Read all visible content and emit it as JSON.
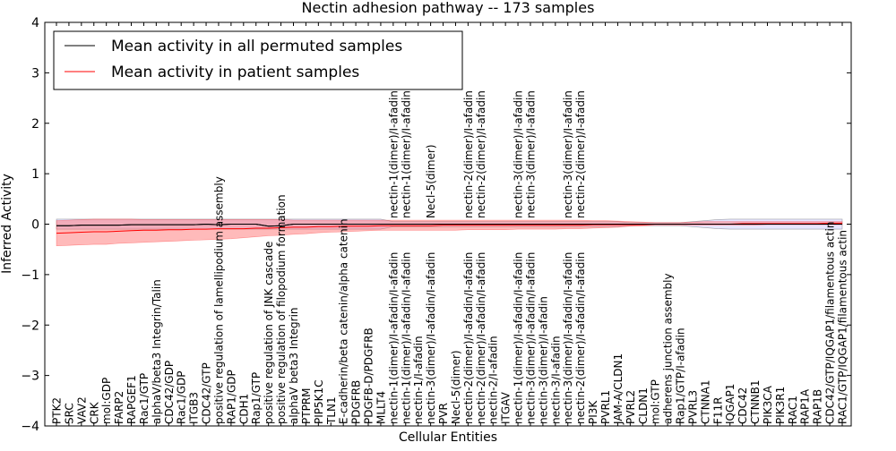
{
  "chart_data": {
    "type": "line",
    "title": "Nectin adhesion pathway -- 173 samples",
    "xlabel": "Cellular Entities",
    "ylabel": "Inferred Activity",
    "ylim": [
      -4,
      4
    ],
    "yticks": [
      4,
      3,
      2,
      1,
      0,
      -1,
      -2,
      -3,
      -4
    ],
    "ytick_labels": [
      "4",
      "3",
      "2",
      "1",
      "0",
      "−1",
      "−2",
      "−3",
      "−4"
    ],
    "grid": false,
    "legend_position": "top-left",
    "categories": [
      "PTK2",
      "SRC",
      "VAV2",
      "CRK",
      "mol:GDP",
      "FARP2",
      "RAPGEF1",
      "Rac1/GTP",
      "alphaV/beta3 Integrin/Talin",
      "CDC42/GDP",
      "Rac1/GDP",
      "ITGB3",
      "CDC42/GTP",
      "positive regulation of lamellipodium assembly",
      "RAP1/GDP",
      "CDH1",
      "Rap1/GTP",
      "positive regulation of JNK cascade",
      "positive regulation of filopodium formation",
      "alphaV beta3 Integrin",
      "PTPRM",
      "PIP5K1C",
      "TLN1",
      "E-cadherin/beta catenin/alpha catenin",
      "PDGFRB",
      "PDGFB-D/PDGFRB",
      "MLLT4",
      "nectin-1(dimer)/I-afadin/I-afadin",
      "nectin-1(dimer)/I-afadin/I-afadin",
      "nectin-1/I-afadin",
      "nectin-3(dimer)/I-afadin/I-afadin",
      "PVR",
      "Necl-5(dimer)",
      "nectin-2(dimer)/I-afadin/I-afadin",
      "nectin-2(dimer)/I-afadin/I-afadin",
      "nectin-2/I-afadin",
      "ITGAV",
      "nectin-1(dimer)/I-afadin/I-afadin",
      "nectin-3(dimer)/I-afadin/I-afadin",
      "nectin-3(dimer)/I-afadin",
      "nectin-3/I-afadin",
      "nectin-3(dimer)/I-afadin/I-afadin",
      "nectin-2(dimer)/I-afadin/I-afadin",
      "PI3K",
      "PVRL1",
      "JAM-A/CLDN1",
      "PVRL2",
      "CLDN1",
      "mol:GTP",
      "adherens junction assembly",
      "Rap1/GTP/I-afadin",
      "PVRL3",
      "CTNNA1",
      "F11R",
      "IQGAP1",
      "CDC42",
      "CTNNB1",
      "PIK3CA",
      "PIK3R1",
      "RAC1",
      "RAP1A",
      "RAP1B",
      "CDC42/GTP/IQGAP1/filamentous actin",
      "RAC1/GTP/IQGAP1/filamentous actin"
    ],
    "top_labels": [
      {
        "index": 27,
        "text": "nectin-1(dimer)/I-afadin"
      },
      {
        "index": 28,
        "text": "nectin-1(dimer)/I-afadin"
      },
      {
        "index": 30,
        "text": "Necl-5(dimer)"
      },
      {
        "index": 33,
        "text": "nectin-2(dimer)/I-afadin"
      },
      {
        "index": 34,
        "text": "nectin-2(dimer)/I-afadin"
      },
      {
        "index": 37,
        "text": "nectin-3(dimer)/I-afadin"
      },
      {
        "index": 38,
        "text": "nectin-3(dimer)/I-afadin"
      },
      {
        "index": 41,
        "text": "nectin-3(dimer)/I-afadin"
      },
      {
        "index": 42,
        "text": "nectin-2(dimer)/I-afadin"
      }
    ],
    "series": [
      {
        "name": "Mean activity in all permuted samples",
        "color": "#000000",
        "values": [
          -0.03,
          -0.03,
          -0.02,
          -0.02,
          -0.02,
          -0.02,
          -0.01,
          -0.01,
          -0.01,
          -0.01,
          -0.01,
          -0.01,
          0.0,
          -0.01,
          0.0,
          0.0,
          0.0,
          -0.04,
          -0.03,
          0.0,
          0.0,
          0.0,
          0.0,
          0.0,
          0.0,
          0.0,
          0.0,
          0.0,
          0.0,
          0.0,
          0.0,
          0.0,
          0.0,
          0.0,
          0.0,
          0.0,
          0.0,
          0.0,
          0.0,
          0.0,
          0.0,
          0.0,
          0.0,
          0.0,
          0.0,
          0.0,
          0.0,
          0.0,
          0.0,
          0.0,
          0.0,
          0.0,
          0.0,
          0.0,
          0.0,
          0.0,
          0.0,
          0.0,
          0.0,
          0.0,
          0.0,
          0.0,
          0.0,
          0.0
        ],
        "band_lower": [
          -0.1,
          -0.1,
          -0.1,
          -0.1,
          -0.1,
          -0.1,
          -0.1,
          -0.1,
          -0.1,
          -0.1,
          -0.1,
          -0.1,
          -0.1,
          -0.1,
          -0.1,
          -0.1,
          -0.1,
          -0.1,
          -0.1,
          -0.1,
          -0.1,
          -0.1,
          -0.1,
          -0.1,
          -0.1,
          -0.1,
          -0.1,
          -0.05,
          -0.05,
          -0.05,
          -0.05,
          -0.05,
          -0.05,
          -0.05,
          -0.05,
          -0.05,
          -0.05,
          -0.05,
          -0.05,
          -0.05,
          -0.05,
          -0.05,
          -0.05,
          -0.05,
          -0.05,
          -0.05,
          -0.03,
          -0.03,
          -0.03,
          -0.03,
          -0.03,
          -0.05,
          -0.07,
          -0.09,
          -0.1,
          -0.1,
          -0.1,
          -0.1,
          -0.1,
          -0.1,
          -0.1,
          -0.1,
          -0.1,
          -0.1
        ],
        "band_upper": [
          0.1,
          0.1,
          0.1,
          0.1,
          0.1,
          0.1,
          0.1,
          0.1,
          0.1,
          0.1,
          0.1,
          0.1,
          0.1,
          0.1,
          0.1,
          0.1,
          0.1,
          0.1,
          0.1,
          0.1,
          0.1,
          0.1,
          0.1,
          0.1,
          0.1,
          0.1,
          0.1,
          0.05,
          0.05,
          0.05,
          0.05,
          0.05,
          0.05,
          0.05,
          0.05,
          0.05,
          0.05,
          0.05,
          0.05,
          0.05,
          0.05,
          0.05,
          0.05,
          0.05,
          0.05,
          0.05,
          0.03,
          0.03,
          0.03,
          0.03,
          0.03,
          0.05,
          0.07,
          0.09,
          0.1,
          0.1,
          0.1,
          0.1,
          0.1,
          0.1,
          0.1,
          0.1,
          0.1,
          0.1
        ]
      },
      {
        "name": "Mean activity in patient samples",
        "color": "#ff0000",
        "values": [
          -0.18,
          -0.17,
          -0.16,
          -0.15,
          -0.15,
          -0.14,
          -0.13,
          -0.12,
          -0.12,
          -0.11,
          -0.11,
          -0.1,
          -0.1,
          -0.09,
          -0.09,
          -0.09,
          -0.08,
          -0.08,
          -0.07,
          -0.06,
          -0.06,
          -0.05,
          -0.05,
          -0.04,
          -0.04,
          -0.04,
          -0.03,
          -0.03,
          -0.03,
          -0.03,
          -0.03,
          -0.02,
          -0.02,
          -0.02,
          -0.02,
          -0.02,
          -0.02,
          -0.02,
          -0.02,
          -0.02,
          -0.02,
          -0.02,
          -0.02,
          -0.01,
          -0.01,
          -0.01,
          -0.01,
          -0.01,
          0.0,
          0.0,
          0.0,
          0.0,
          0.0,
          0.0,
          0.0,
          0.01,
          0.01,
          0.01,
          0.01,
          0.01,
          0.01,
          0.01,
          0.02,
          0.02
        ],
        "band_lower": [
          -0.43,
          -0.42,
          -0.41,
          -0.4,
          -0.4,
          -0.38,
          -0.37,
          -0.36,
          -0.35,
          -0.34,
          -0.33,
          -0.32,
          -0.31,
          -0.3,
          -0.29,
          -0.27,
          -0.25,
          -0.23,
          -0.22,
          -0.2,
          -0.19,
          -0.17,
          -0.16,
          -0.15,
          -0.14,
          -0.13,
          -0.12,
          -0.12,
          -0.12,
          -0.12,
          -0.12,
          -0.12,
          -0.12,
          -0.11,
          -0.11,
          -0.11,
          -0.11,
          -0.1,
          -0.1,
          -0.1,
          -0.1,
          -0.09,
          -0.09,
          -0.08,
          -0.07,
          -0.06,
          -0.04,
          -0.03,
          -0.02,
          -0.02,
          -0.02,
          -0.02,
          -0.02,
          -0.02,
          -0.02,
          -0.02,
          -0.02,
          -0.01,
          -0.01,
          -0.01,
          -0.01,
          -0.01,
          -0.01,
          -0.01
        ],
        "band_upper": [
          0.07,
          0.08,
          0.09,
          0.1,
          0.1,
          0.1,
          0.1,
          0.09,
          0.09,
          0.09,
          0.09,
          0.09,
          0.09,
          0.09,
          0.09,
          0.09,
          0.09,
          0.09,
          0.09,
          0.08,
          0.08,
          0.08,
          0.08,
          0.08,
          0.08,
          0.08,
          0.08,
          0.08,
          0.08,
          0.08,
          0.08,
          0.08,
          0.08,
          0.08,
          0.08,
          0.08,
          0.08,
          0.08,
          0.08,
          0.08,
          0.08,
          0.08,
          0.08,
          0.07,
          0.07,
          0.06,
          0.05,
          0.04,
          0.03,
          0.03,
          0.03,
          0.04,
          0.05,
          0.05,
          0.05,
          0.05,
          0.05,
          0.05,
          0.05,
          0.05,
          0.05,
          0.05,
          0.05,
          0.05
        ]
      }
    ]
  }
}
